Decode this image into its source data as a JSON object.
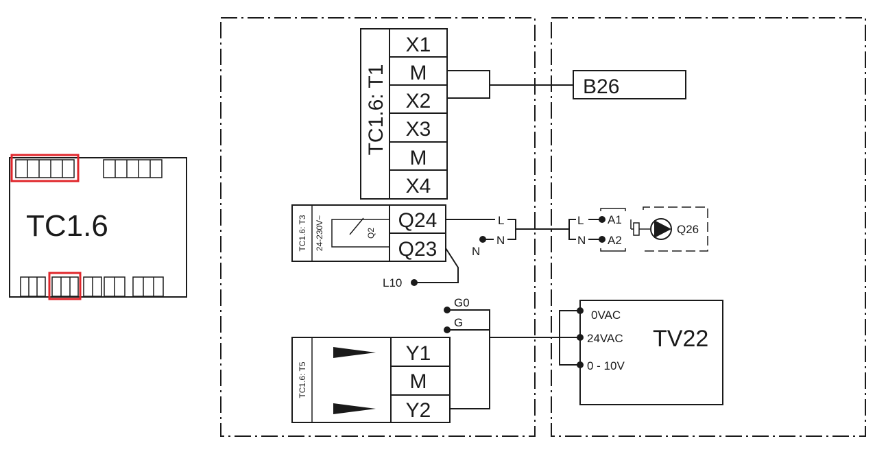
{
  "controller": {
    "name": "TC1.6"
  },
  "module_t1": {
    "label": "TC1.6: T1",
    "terminals": [
      "X1",
      "M",
      "X2",
      "X3",
      "M",
      "X4"
    ]
  },
  "module_t3": {
    "label": "TC1.6: T3",
    "voltage": "24-230V~",
    "relay": "Q2",
    "terminals": [
      "Q24",
      "Q23"
    ]
  },
  "module_t5": {
    "label": "TC1.6: T5",
    "terminals": [
      "Y1",
      "M",
      "Y2"
    ]
  },
  "sensor": {
    "name": "B26"
  },
  "pump": {
    "name": "Q26",
    "terminals": [
      "A1",
      "A2"
    ]
  },
  "valve": {
    "name": "TV22",
    "terminals": [
      "0VAC",
      "24VAC",
      "0 - 10V"
    ]
  },
  "wiring_labels": {
    "line": "L",
    "neutral": "N",
    "l10": "L10",
    "g0": "G0",
    "g": "G"
  }
}
